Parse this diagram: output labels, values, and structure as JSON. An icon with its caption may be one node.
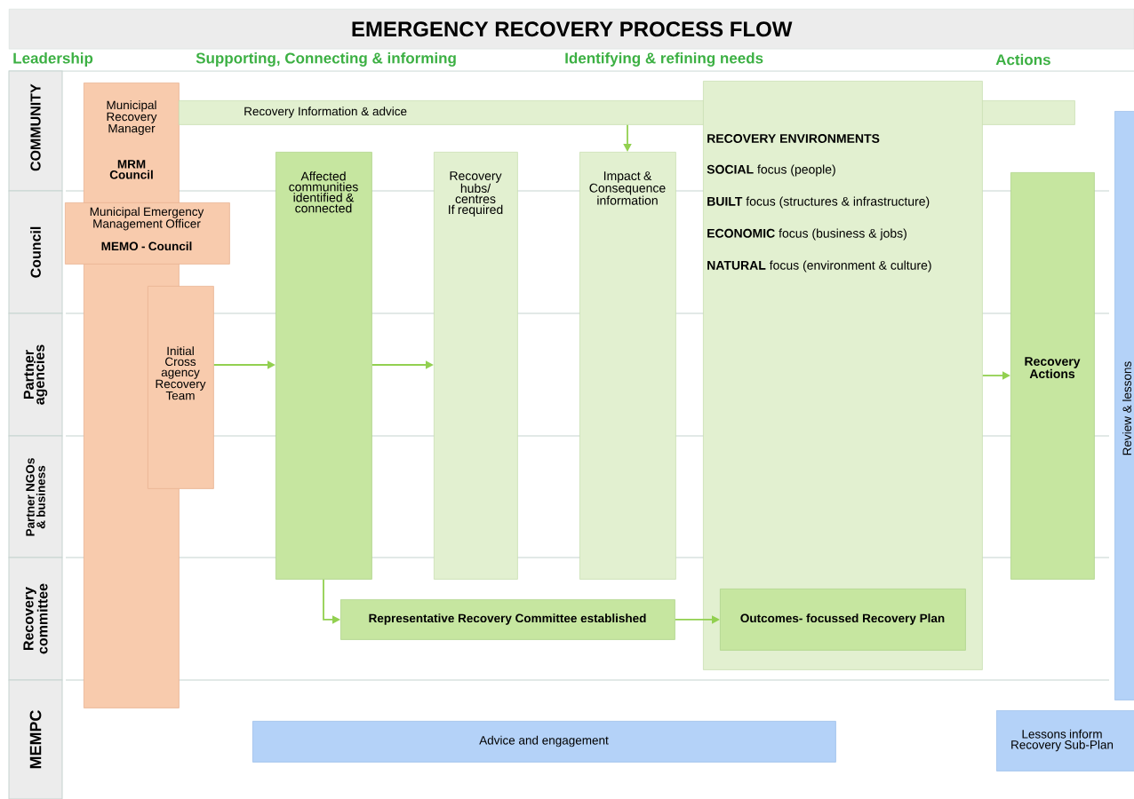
{
  "diagram": {
    "title": "EMERGENCY RECOVERY PROCESS FLOW",
    "nodes": [
      {
        "text": [
          "Municipal Recovery Manager",
          "MRM Council"
        ]
      },
      {
        "text": [
          "Municipal Emergency Management Officer",
          "MEMO - Council"
        ]
      },
      {
        "text": [
          "Initial Cross agency Recovery Team"
        ]
      },
      {
        "text": [
          "Recovery Information & advice"
        ]
      },
      {
        "text": [
          "Affected communities identified & connected"
        ]
      },
      {
        "text": [
          "Recovery hubs/ centres If required"
        ]
      },
      {
        "text": [
          "Impact & Consequence information"
        ]
      },
      {
        "text": [
          "RECOVERY ENVIRONMENTS",
          "**SOCIAL** focus (people)",
          "**BUILT** focus (structures & infrastructure)",
          "**ECONOMIC** focus (business & jobs)",
          "**NATURAL** focus (environment & culture)"
        ]
      },
      {
        "text": [
          "Representative Recovery Committee established"
        ]
      },
      {
        "text": [
          "Outcomes- focussed Recovery Plan"
        ],
        "in": 7
      },
      {
        "text": [
          "Recovery Actions"
        ]
      },
      {
        "text": [
          "Review & lessons"
        ]
      },
      {
        "text": [
          "Advice and engagement"
        ]
      },
      {
        "text": [
          "Lessons inform Recovery Sub-Plan"
        ]
      }
    ],
    "edges": [
      {
        "from": 2,
        "to": 4,
        "arrow": "to"
      },
      {
        "from": 4,
        "to": 5,
        "arrow": "to"
      },
      {
        "from": 3,
        "to": 6,
        "arrow": "to"
      },
      {
        "from": 7,
        "to": 10,
        "arrow": "to"
      },
      {
        "from": 4,
        "to": 8,
        "arrow": "to"
      },
      {
        "from": 8,
        "to": 9,
        "arrow": "to"
      }
    ],
    "labels": [
      "Leadership",
      "Supporting, Connecting & informing",
      "Identifying & refining needs",
      "Actions",
      "COMMUNITY",
      "Council",
      "Partner agencies",
      "Partner NGOs & business",
      "Recovery committee",
      "MEMPC"
    ]
  }
}
